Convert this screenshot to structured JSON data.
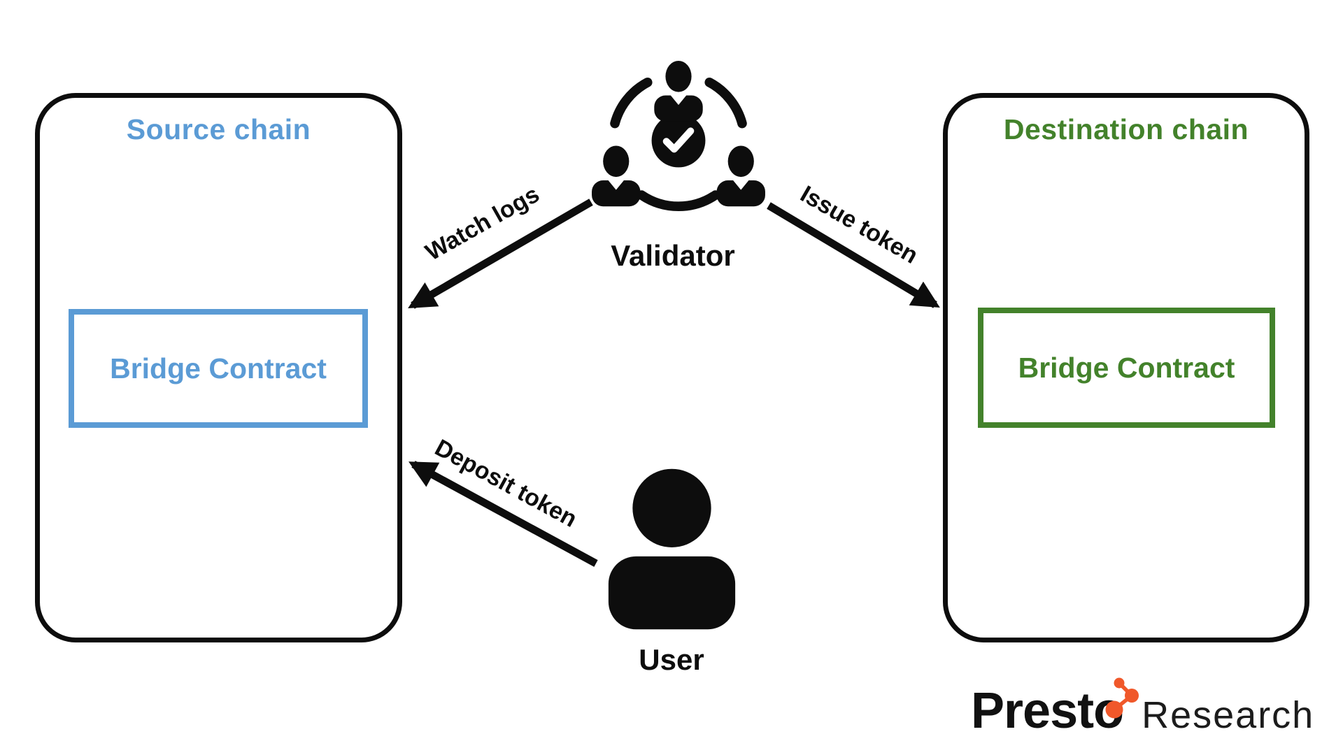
{
  "colors": {
    "ink": "#0d0d0d",
    "blue": "#5B9BD5",
    "green": "#43822B",
    "orange": "#F0582A"
  },
  "source_chain": {
    "title": "Source chain",
    "contract_label": "Bridge Contract"
  },
  "destination_chain": {
    "title": "Destination chain",
    "contract_label": "Bridge Contract"
  },
  "validator": {
    "label": "Validator"
  },
  "user": {
    "label": "User"
  },
  "arrows": {
    "watch_logs": {
      "label": "Watch logs"
    },
    "issue_token": {
      "label": "Issue token"
    },
    "deposit_token": {
      "label": "Deposit token"
    }
  },
  "logo": {
    "brand": "Presto",
    "suffix": "Research"
  }
}
